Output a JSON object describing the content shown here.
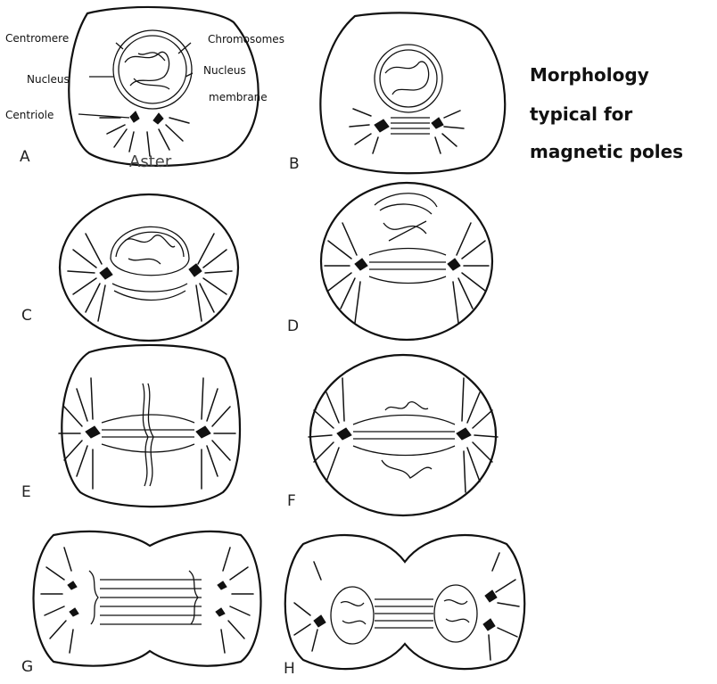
{
  "heading": {
    "line1": "Morphology",
    "line2": "typical for",
    "line3": "magnetic poles"
  },
  "panel_a": {
    "labels": {
      "centromere": "Centromere",
      "chromosomes": "Chromosomes",
      "nucleus": "Nucleus",
      "nucleus_membrane_1": "Nucleus",
      "nucleus_membrane_2": "membrane",
      "centriole": "Centriole",
      "aster": "Aster"
    }
  },
  "panels": [
    "A",
    "B",
    "C",
    "D",
    "E",
    "F",
    "G",
    "H"
  ]
}
